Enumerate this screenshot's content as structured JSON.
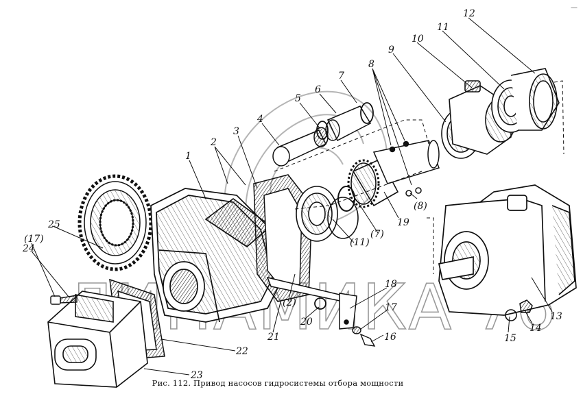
{
  "caption": "Рис. 112. Привод насосов гидросистемы отбора мощности",
  "watermark": "ДИНАМИКА 76",
  "corner_mark": "—",
  "labels": {
    "l1": "1",
    "l2": "2",
    "l3": "3",
    "l4": "4",
    "l5": "5",
    "l6": "6",
    "l7": "7",
    "l8": "8",
    "l9": "9",
    "l10": "10",
    "l11": "11",
    "l12": "12",
    "l13": "13",
    "l14": "14",
    "l15": "15",
    "l16": "16",
    "l17": "17",
    "l18": "18",
    "l19": "19",
    "l20": "20",
    "l21": "21",
    "l22": "22",
    "l23": "23",
    "l24": "24",
    "l25": "25",
    "p2": "(2)",
    "p7": "(7)",
    "p8": "(8)",
    "p11": "(11)",
    "p17": "(17)"
  },
  "colors": {
    "ink": "#111111",
    "watermark": "#9a9a9a",
    "background": "#ffffff"
  }
}
